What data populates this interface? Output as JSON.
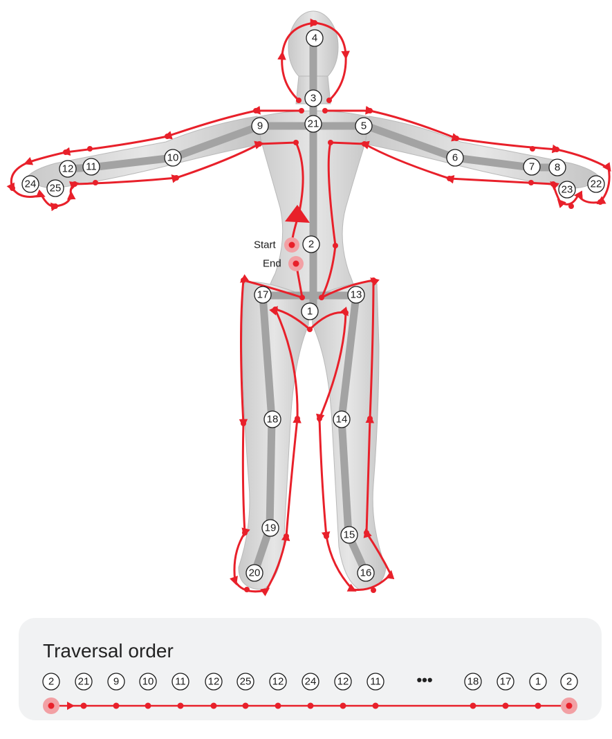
{
  "labels": {
    "start": "Start",
    "end": "End",
    "panel_title": "Traversal order",
    "ellipsis": "•••"
  },
  "joints": [
    "1",
    "2",
    "3",
    "4",
    "5",
    "6",
    "7",
    "8",
    "9",
    "10",
    "11",
    "12",
    "13",
    "14",
    "15",
    "16",
    "17",
    "18",
    "19",
    "20",
    "21",
    "22",
    "23",
    "24",
    "25"
  ],
  "traversal_order": [
    "2",
    "21",
    "9",
    "10",
    "11",
    "12",
    "25",
    "12",
    "24",
    "12",
    "11",
    "18",
    "17",
    "1",
    "2"
  ],
  "colors": {
    "path": "#e8202a",
    "halo": "#f2a0a4",
    "body": "#d4d4d4",
    "bone": "#a3a3a3",
    "panel": "#f1f2f3"
  }
}
